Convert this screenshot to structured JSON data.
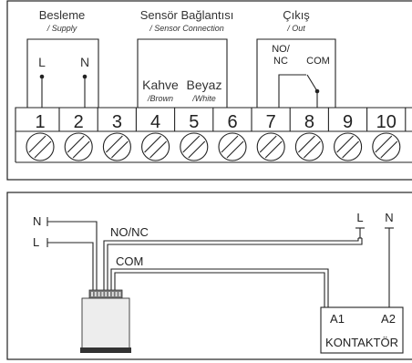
{
  "top_panel": {
    "groups": {
      "supply": {
        "title": "Besleme",
        "subtitle": "/ Supply"
      },
      "sensor": {
        "title": "Sensör Bağlantısı",
        "subtitle": "/ Sensor Connection"
      },
      "output": {
        "title": "Çıkış",
        "subtitle": "/ Out"
      }
    },
    "supply_pins": [
      "L",
      "N"
    ],
    "sensor_pins": [
      {
        "label": "Kahve",
        "subtitle": "/Brown"
      },
      {
        "label": "Beyaz",
        "subtitle": "/White"
      }
    ],
    "relay": {
      "no_nc_line1": "NO/",
      "no_nc_line2": "NC",
      "com": "COM"
    },
    "terminal_numbers": [
      "1",
      "2",
      "3",
      "4",
      "5",
      "6",
      "7",
      "8",
      "9",
      "10"
    ]
  },
  "bottom_panel": {
    "inputs": [
      "N",
      "L"
    ],
    "wires": {
      "no_nc": "NO/NC",
      "com": "COM"
    },
    "supply_right": [
      "L",
      "N"
    ],
    "contactor": {
      "a1": "A1",
      "a2": "A2",
      "name": "KONTAKTÖR"
    }
  }
}
